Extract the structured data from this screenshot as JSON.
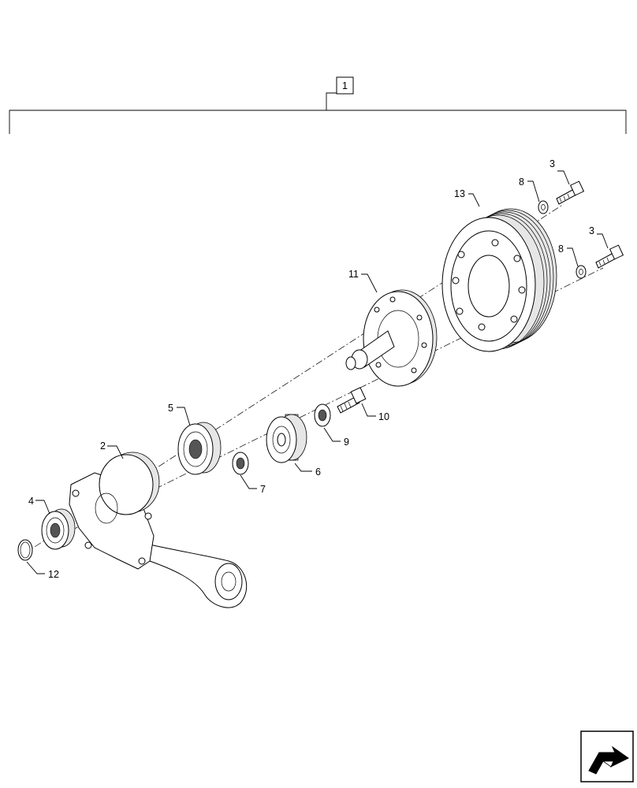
{
  "assembly_callout": "1",
  "callouts": {
    "c2": "2",
    "c3a": "3",
    "c3b": "3",
    "c4": "4",
    "c5": "5",
    "c6": "6",
    "c7": "7",
    "c8a": "8",
    "c8b": "8",
    "c9": "9",
    "c10": "10",
    "c11": "11",
    "c12": "12",
    "c13": "13"
  },
  "nav_icon": "next-page-arrow-icon"
}
